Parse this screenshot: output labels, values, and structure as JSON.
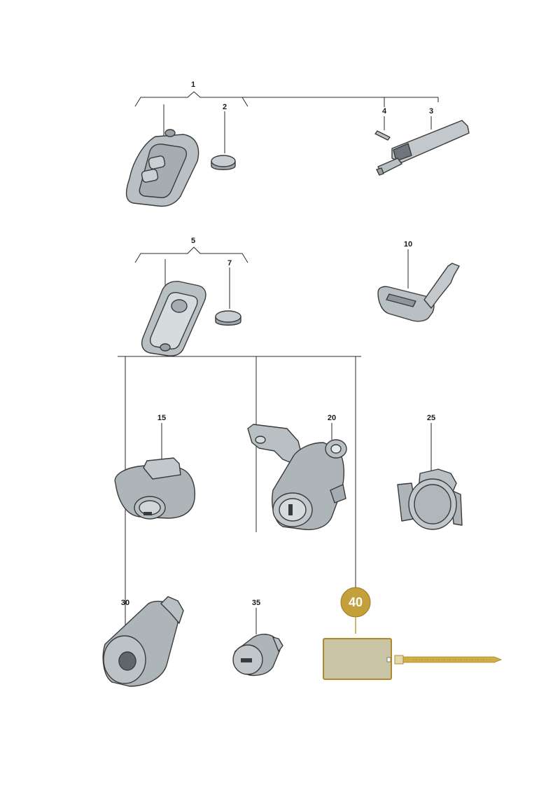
{
  "callouts": {
    "p1": "1",
    "p2": "2",
    "p3": "3",
    "p4": "4",
    "p5": "5",
    "p7": "7",
    "p10": "10",
    "p15": "15",
    "p20": "20",
    "p25": "25",
    "p30": "30",
    "p35": "35",
    "p40": "40"
  },
  "colors": {
    "part_fill": "#b9c0c4",
    "part_shade": "#8e969b",
    "part_light": "#d6dbde",
    "tag_fill": "#c9c4a6",
    "tag_border": "#b08a2a",
    "badge": "#c4a03a"
  }
}
